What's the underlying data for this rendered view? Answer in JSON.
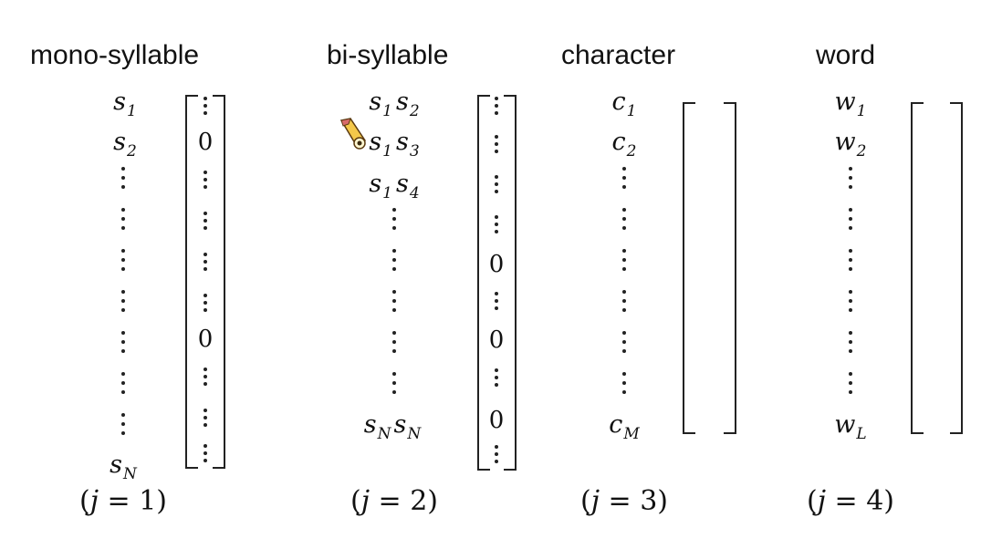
{
  "columns": [
    {
      "title": "mono-syllable",
      "items": [
        "s",
        "s",
        "s"
      ],
      "item_subs": [
        "1",
        "2",
        "N"
      ],
      "zero": "0",
      "case": {
        "open": "(",
        "var": "j",
        "rest": " = 1)"
      }
    },
    {
      "title": "bi-syllable",
      "items": [
        "s",
        "s",
        "s",
        "s"
      ],
      "pairs": [
        [
          "1",
          "2"
        ],
        [
          "1",
          "3"
        ],
        [
          "1",
          "4"
        ],
        [
          "N",
          "N"
        ]
      ],
      "zero": "0",
      "case": {
        "open": "(",
        "var": "j",
        "rest": " = 2)"
      }
    },
    {
      "title": "character",
      "items": [
        "c",
        "c",
        "c"
      ],
      "item_subs": [
        "1",
        "2",
        "M"
      ],
      "case": {
        "open": "(",
        "var": "j",
        "rest": " = 3)"
      }
    },
    {
      "title": "word",
      "items": [
        "w",
        "w",
        "w"
      ],
      "item_subs": [
        "1",
        "2",
        "L"
      ],
      "case": {
        "open": "(",
        "var": "j",
        "rest": " = 4)"
      }
    }
  ],
  "icons": {
    "cursor": "pencil-icon"
  }
}
